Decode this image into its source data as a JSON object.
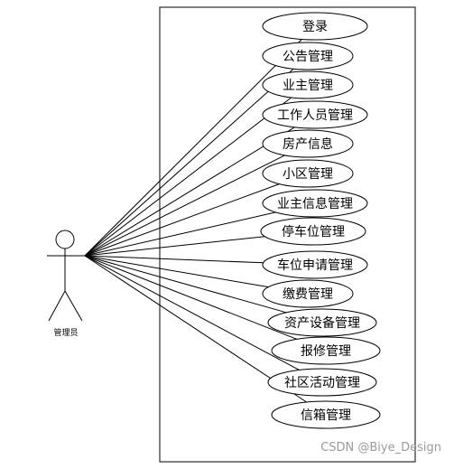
{
  "actor": {
    "name": "管理员"
  },
  "use_cases": [
    "登录",
    "公告管理",
    "业主管理",
    "工作人员管理",
    "房产信息",
    "小区管理",
    "业主信息管理",
    "停车位管理",
    "车位申请管理",
    "缴费管理",
    "资产设备管理",
    "报修管理",
    "社区活动管理",
    "信箱管理"
  ],
  "watermark": "CSDN @Biye_Design"
}
